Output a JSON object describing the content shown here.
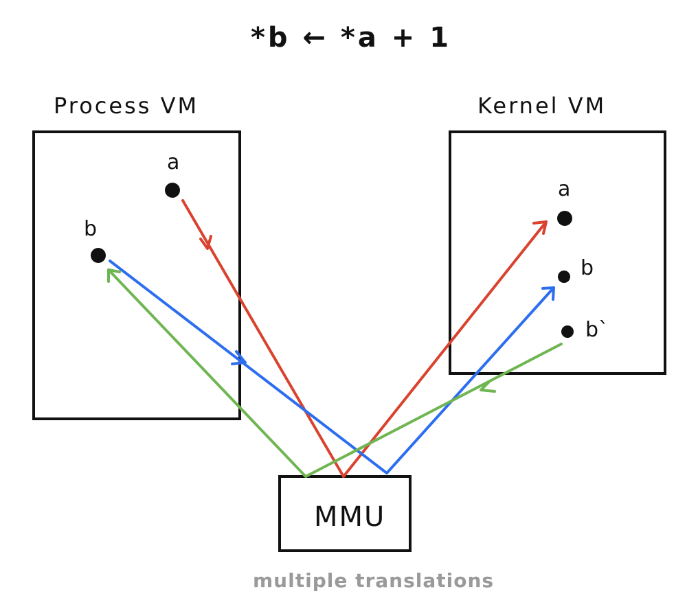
{
  "title": "*b ← *a + 1",
  "process_vm": {
    "title": "Process VM",
    "points": [
      {
        "label": "a"
      },
      {
        "label": "b"
      }
    ]
  },
  "kernel_vm": {
    "title": "Kernel VM",
    "points": [
      {
        "label": "a"
      },
      {
        "label": "b"
      },
      {
        "label": "b`"
      }
    ]
  },
  "mmu": {
    "label": "MMU"
  },
  "caption": "multiple translations",
  "colors": {
    "red_path": "#d9432e",
    "blue_path": "#2d6ef0",
    "green_path": "#6fb652",
    "ink": "#111111",
    "caption": "#9a9a9a"
  }
}
